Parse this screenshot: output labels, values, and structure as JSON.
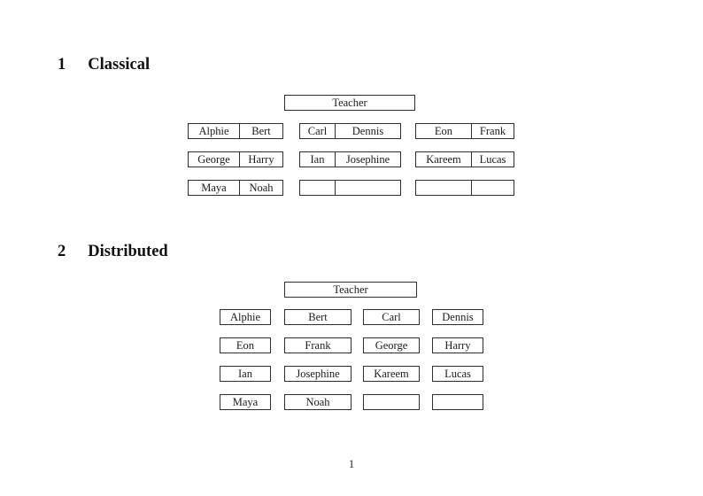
{
  "sections": {
    "classical": {
      "number": "1",
      "title": "Classical",
      "teacher": "Teacher",
      "desks": [
        {
          "left": "Alphie",
          "right": "Bert"
        },
        {
          "left": "Carl",
          "right": "Dennis"
        },
        {
          "left": "Eon",
          "right": "Frank"
        },
        {
          "left": "George",
          "right": "Harry"
        },
        {
          "left": "Ian",
          "right": "Josephine"
        },
        {
          "left": "Kareem",
          "right": "Lucas"
        },
        {
          "left": "Maya",
          "right": "Noah"
        },
        {
          "left": "",
          "right": ""
        },
        {
          "left": "",
          "right": ""
        }
      ]
    },
    "distributed": {
      "number": "2",
      "title": "Distributed",
      "teacher": "Teacher",
      "desks": [
        "Alphie",
        "Bert",
        "Carl",
        "Dennis",
        "Eon",
        "Frank",
        "George",
        "Harry",
        "Ian",
        "Josephine",
        "Kareem",
        "Lucas",
        "Maya",
        "Noah",
        "",
        ""
      ]
    }
  },
  "footer": {
    "page_number": "1"
  }
}
